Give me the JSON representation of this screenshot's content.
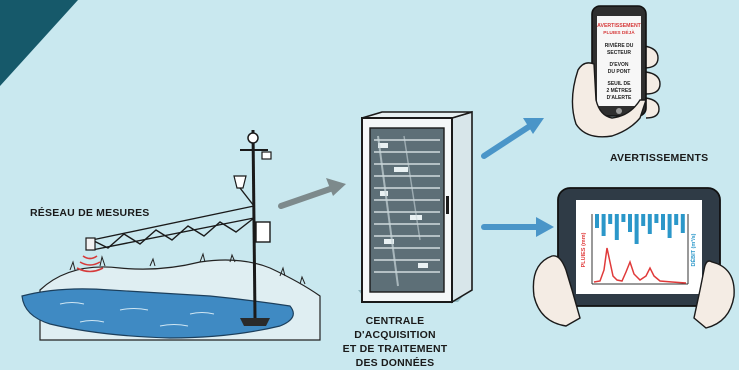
{
  "labels": {
    "reseau": "RÉSEAU DE MESURES",
    "avertissements": "AVERTISSEMENTS",
    "centrale_lines": [
      "CENTRALE D'ACQUISITION",
      "ET DE TRAITEMENT",
      "DES DONNÉES"
    ]
  },
  "phone_screen_lines": [
    "AVERTISSEMENT",
    "PLUIES DÉJÀ",
    "RIVIÈRE DU",
    "SECTEUR",
    "D'EVON",
    "DU PONT",
    "SEUIL DE",
    "2 MÈTRES",
    "D'ALERTE"
  ],
  "tablet_axes": {
    "left": "PLUIES (mm)",
    "right": "DÉBIT (m³/s)"
  },
  "colors": {
    "background": "#c9e8ef",
    "corner": "#16596a",
    "water": "#3f8ac3",
    "arrow_gray": "#7d8a8c",
    "arrow_blue": "#4a95c8",
    "rain_bars": "#2b97c9",
    "hydrograph": "#e03a3a",
    "phone_alert": "#d63a3a"
  }
}
